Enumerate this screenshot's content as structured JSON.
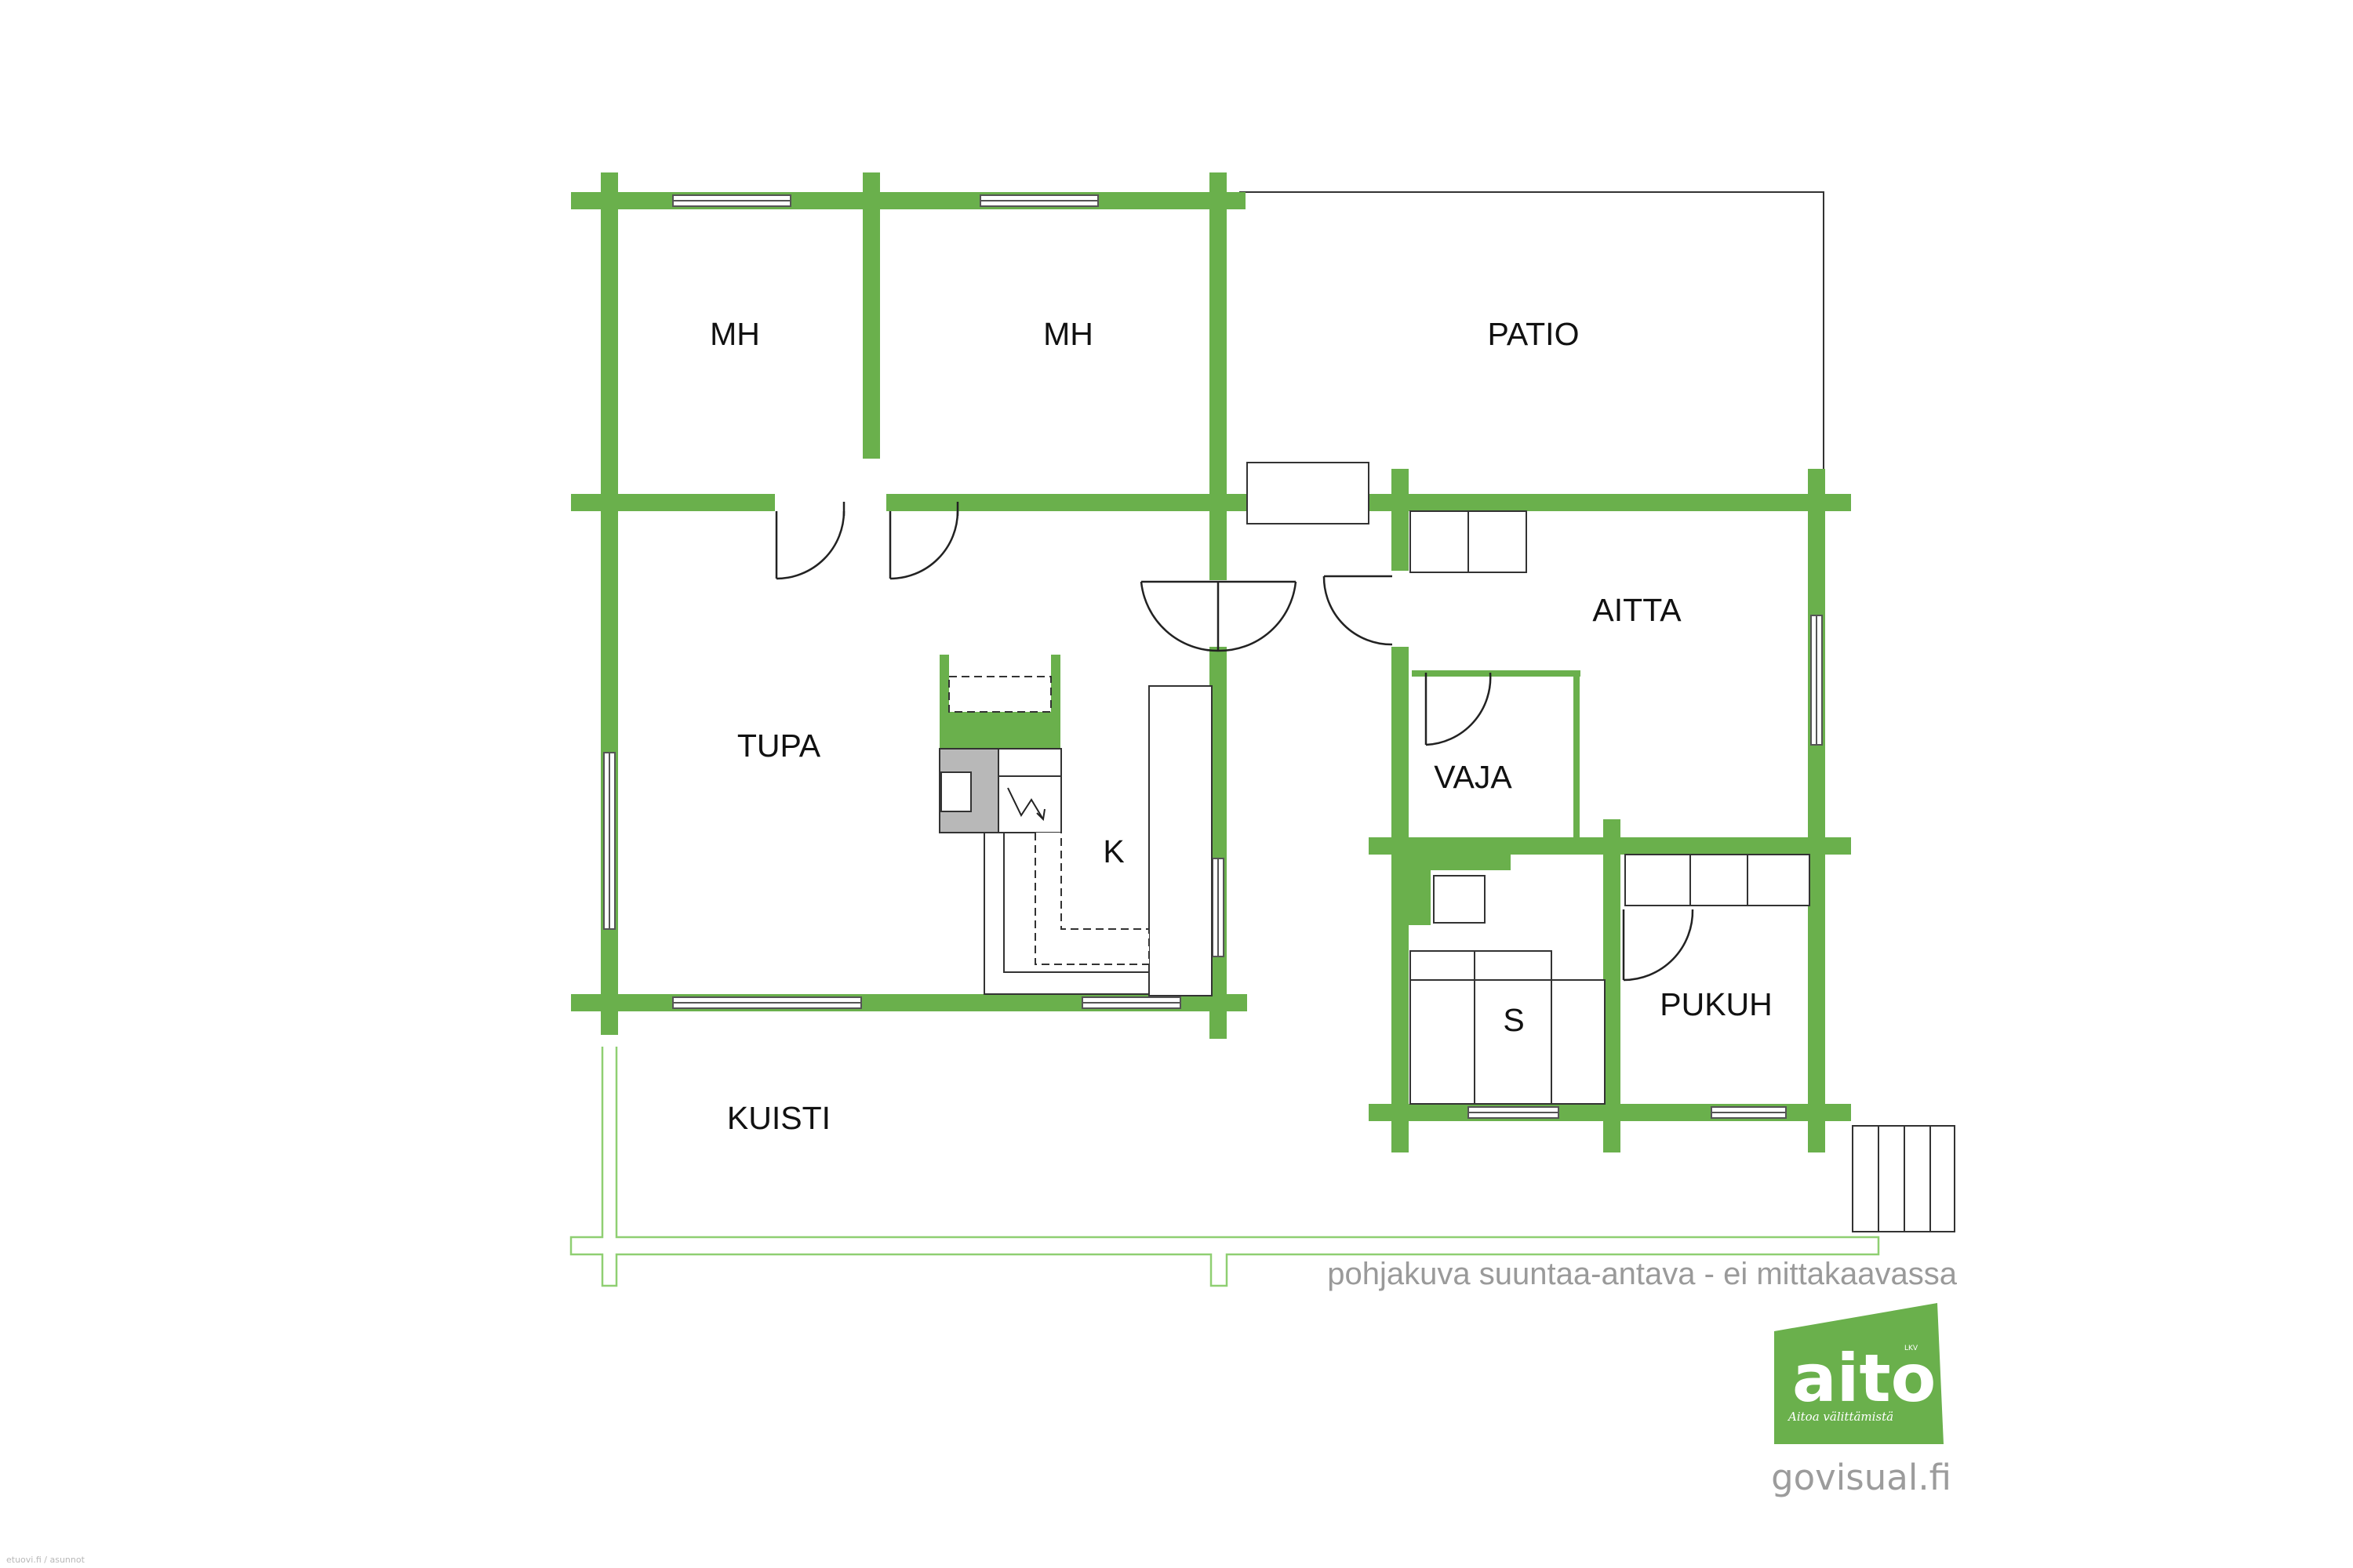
{
  "brand_color": "#6ab04c",
  "rooms": {
    "mh1": "MH",
    "mh2": "MH",
    "patio": "PATIO",
    "tupa": "TUPA",
    "k": "K",
    "aitta": "AITTA",
    "vaja": "VAJA",
    "s": "S",
    "pukuh": "PUKUH",
    "kuisti": "KUISTI"
  },
  "disclaimer": "pohjakuva suuntaa-antava - ei mittakaavassa",
  "logo": {
    "brand": "aito",
    "lkv": "LKV",
    "tagline": "Aitoa välittämistä"
  },
  "website": "govisual.fi",
  "source_note": "etuovi.fi / asunnot"
}
